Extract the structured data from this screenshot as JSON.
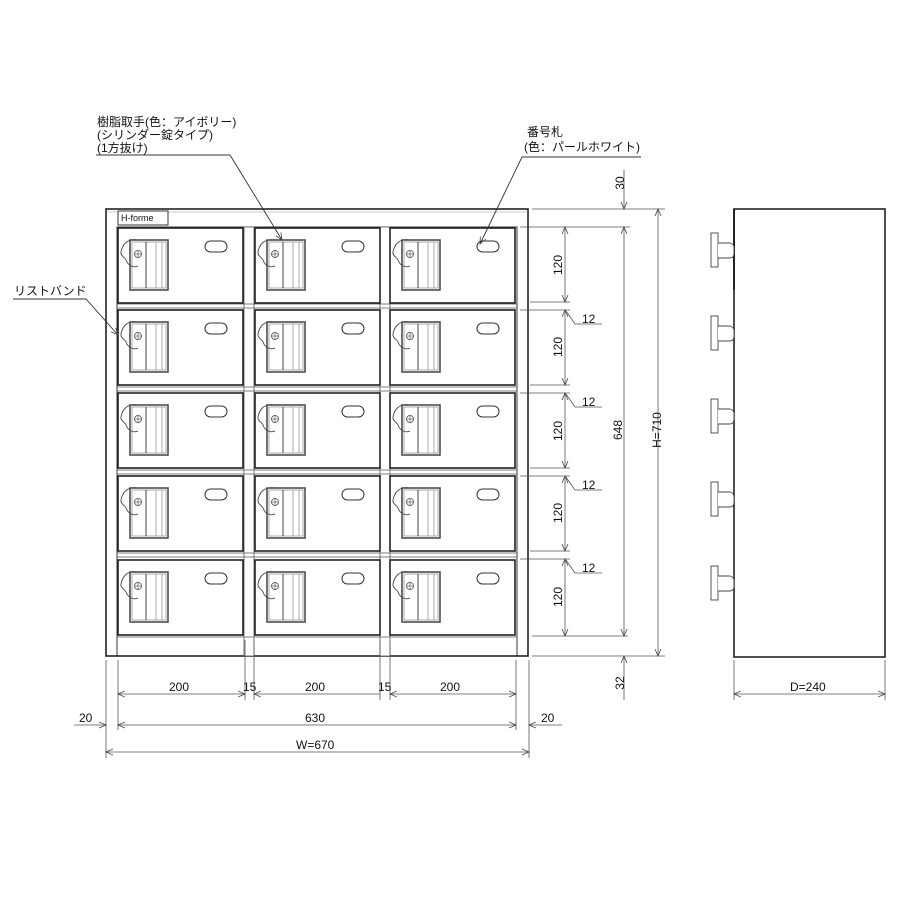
{
  "annotations": {
    "handle": [
      "樹脂取手(色：アイボリー)",
      "(シリンダー錠タイプ)",
      "(1方抜け)"
    ],
    "number_plate": [
      "番号札",
      "(色：パールホワイト)"
    ],
    "wristband": "リストバンド",
    "brand_plate": "H-forme"
  },
  "front_view": {
    "columns": 3,
    "rows": 5,
    "doors": 15,
    "dimensions": {
      "door_width": "200",
      "gap_width": "15",
      "side_margin_left": "20",
      "side_margin_right": "20",
      "inner_width": "630",
      "total_width": "W=670",
      "top_margin": "30",
      "door_height": "120",
      "gap_height": "12",
      "inner_height": "648",
      "total_height": "H=710",
      "bottom_margin": "32"
    }
  },
  "side_view": {
    "depth": "D=240"
  },
  "colors": {
    "line": "#222222",
    "dim_line": "#555555"
  }
}
